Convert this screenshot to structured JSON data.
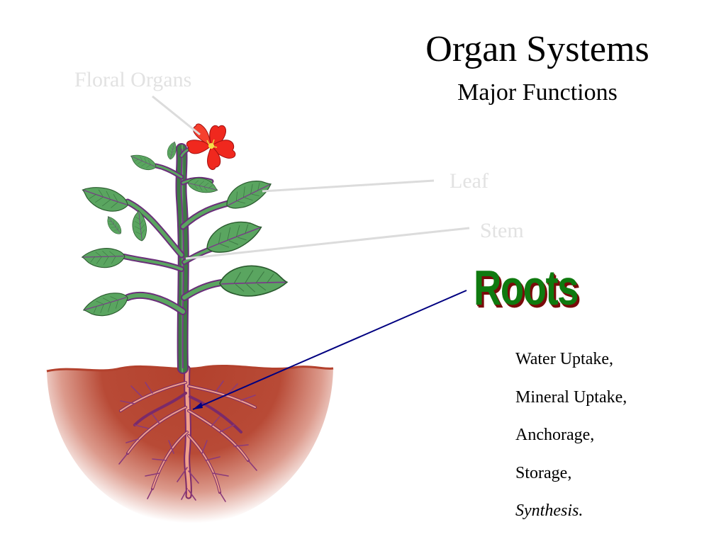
{
  "title": "Organ Systems",
  "subtitle": "Major Functions",
  "labels": {
    "floral": "Floral Organs",
    "leaf": "Leaf",
    "stem": "Stem",
    "roots": "Roots"
  },
  "functions": [
    {
      "text": "Water Uptake,",
      "italic": false
    },
    {
      "text": "Mineral Uptake,",
      "italic": false
    },
    {
      "text": "Anchorage,",
      "italic": false
    },
    {
      "text": "Storage,",
      "italic": false
    },
    {
      "text": "Synthesis.",
      "italic": true
    }
  ],
  "colors": {
    "soil": "#b5432f",
    "leaf": "#4f9a55",
    "vein": "#7a3a8a",
    "flower": "#f0281e",
    "roots_label": "#0f7a0f",
    "roots_pointer": "#000080"
  }
}
